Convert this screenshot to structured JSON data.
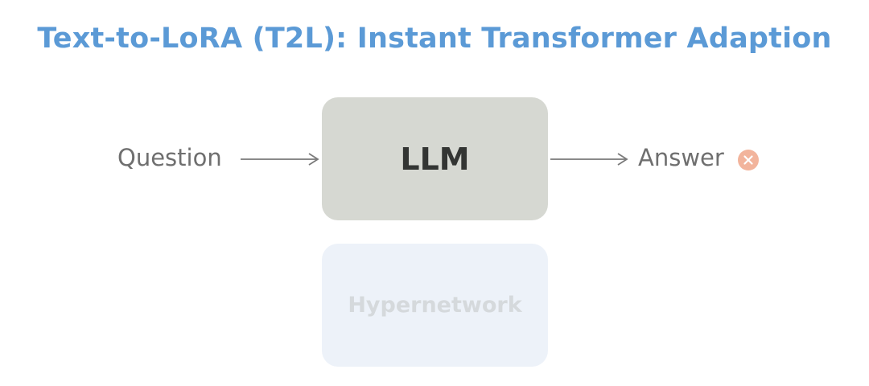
{
  "title": "Text-to-LoRA (T2L): Instant Transformer Adaption",
  "nodes": {
    "llm": {
      "label": "LLM"
    },
    "hypernetwork": {
      "label": "Hypernetwork"
    }
  },
  "input_label": "Question",
  "output_label": "Answer",
  "output_status_icon": "wrong-x-icon",
  "colors": {
    "title": "#5b9ad6",
    "llm_box": "#d6d8d2",
    "hypernetwork_box": "#edf2f9",
    "wrong_icon": "#f2b49c"
  }
}
